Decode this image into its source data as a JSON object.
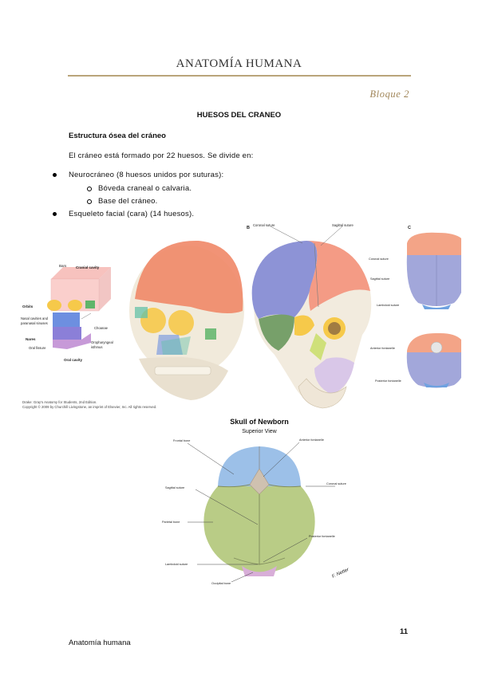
{
  "header": {
    "title": "ANATOMÍA HUMANA",
    "block": "Bloque 2",
    "rule_color": "#b9a47a"
  },
  "content": {
    "section_title": "HUESOS DEL CRANEO",
    "subheading": "Estructura ósea del cráneo",
    "intro": "El cráneo está formado por 22 huesos. Se divide en:",
    "bullets": [
      {
        "text": "Neurocráneo (8 huesos unidos por suturas):",
        "subitems": [
          "Bóveda craneal o calvaria.",
          "Base del cráneo."
        ]
      },
      {
        "text": "Esqueleto facial (cara) (14 huesos).",
        "subitems": []
      }
    ]
  },
  "figure_top": {
    "panel_b": "B",
    "panel_c": "C",
    "box_labels": {
      "bars": "Bars",
      "cranial_cavity": "Cranial cavity",
      "orbits": "Orbits",
      "nasal_cavities": "Nasal cavities and",
      "paranasal": "paranasal sinuses",
      "nares": "Nares",
      "oral_fissure": "Oral fissure",
      "oral_cavity": "Oral cavity",
      "choanae": "Choanae",
      "oropharyngeal": "Oropharyngeal",
      "isthmus": "isthmus"
    },
    "side_labels": {
      "coronal": "Coronal suture",
      "sagittal": "Sagittal suture"
    },
    "c_labels": {
      "coronal": "Coronal suture",
      "sagittal": "Sagittal suture",
      "lambdoid": "Lambdoid suture",
      "anterior": "Anterior fontanelle",
      "posterior": "Posterior fontanelle"
    },
    "credit_1": "Drake: Gray's Anatomy for Students, 2nd Edition.",
    "credit_2": "Copyright © 2009 by Churchill Livingstone, an imprint of Elsevier, Inc. All rights reserved."
  },
  "figure_bottom": {
    "title": "Skull of Newborn",
    "subtitle": "Superior View",
    "labels": {
      "frontal": "Frontal bone",
      "anterior": "Anterior fontanelle",
      "coronal": "Coronal suture",
      "sagittal": "Sagittal suture",
      "parietal": "Parietal bone",
      "posterior": "Posterior fontanelle",
      "lambdoid": "Lambdoid suture",
      "occipital": "Occipital bone"
    },
    "signature": "F. Netter"
  },
  "footer": {
    "page_number": "11",
    "text": "Anatomía humana"
  }
}
